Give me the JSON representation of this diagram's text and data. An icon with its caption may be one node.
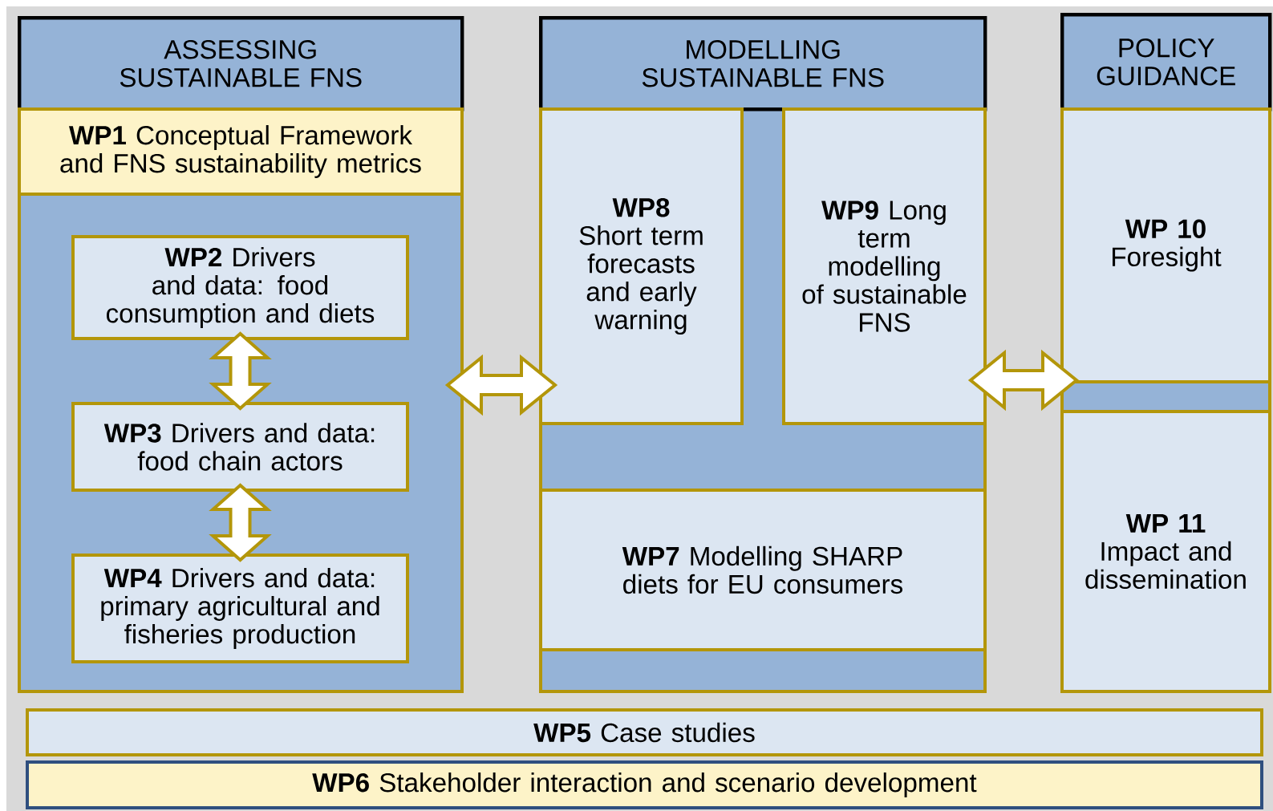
{
  "diagram": {
    "nodes": [
      {
        "text": [
          "ASSESSING SUSTAINABLE FNS"
        ]
      },
      {
        "text": [
          "**WP1** Conceptual Framework and FNS sustainability metrics"
        ],
        "in": 0
      },
      {
        "text": [
          "**WP2** Drivers and data: food consumption and diets"
        ],
        "in": 0
      },
      {
        "text": [
          "**WP3** Drivers and data: food chain actors"
        ],
        "in": 0
      },
      {
        "text": [
          "**WP4** Drivers and data: primary agricultural and fisheries production"
        ],
        "in": 0
      },
      {
        "text": [
          "MODELLING SUSTAINABLE FNS"
        ]
      },
      {
        "text": [
          "**WP8** Short term forecasts and early warning"
        ],
        "in": 5
      },
      {
        "text": [
          "**WP9** Long term modelling of sustainable FNS"
        ],
        "in": 5
      },
      {
        "text": [
          "**WP7** Modelling SHARP diets for EU consumers"
        ],
        "in": 5
      },
      {
        "text": [
          "POLICY GUIDANCE"
        ]
      },
      {
        "text": [
          "**WP 10** Foresight"
        ],
        "in": 9
      },
      {
        "text": [
          "**WP 11** Impact and dissemination"
        ],
        "in": 9
      },
      {
        "text": [
          "**WP5** Case studies"
        ]
      },
      {
        "text": [
          "**WP6** Stakeholder interaction and scenario development"
        ]
      }
    ],
    "edges": [
      {
        "from": 2,
        "to": 3,
        "arrow": "both"
      },
      {
        "from": 3,
        "to": 4,
        "arrow": "both"
      },
      {
        "from": 0,
        "to": 5,
        "arrow": "both"
      },
      {
        "from": 5,
        "to": 9,
        "arrow": "both"
      }
    ]
  }
}
